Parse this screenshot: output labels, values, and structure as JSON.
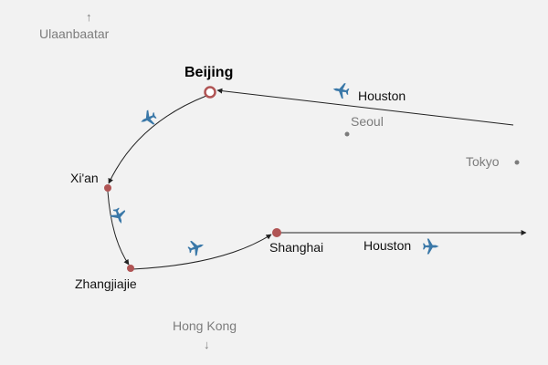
{
  "context_cities": {
    "ulaanbaatar": "Ulaanbaatar",
    "seoul": "Seoul",
    "tokyo": "Tokyo",
    "hong_kong": "Hong Kong"
  },
  "direction_glyphs": {
    "up": "↑",
    "down": "↓"
  },
  "route": {
    "capital": "Beijing",
    "stops": [
      "Xi'an",
      "Zhangjiajie",
      "Shanghai"
    ],
    "inbound_origin": "Houston",
    "outbound_destination": "Houston"
  },
  "colors": {
    "stop_marker": "#b05454",
    "capital_ring": "#b05454",
    "route_line": "#222222",
    "plane_icon": "#3a78a8",
    "context_text": "#7c7c7c"
  },
  "icons": [
    "plane-icon"
  ]
}
